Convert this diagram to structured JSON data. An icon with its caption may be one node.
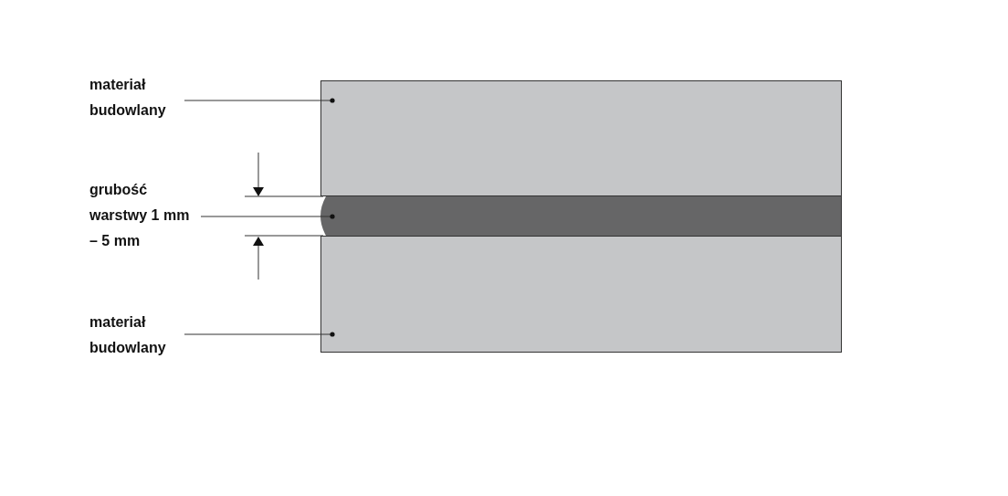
{
  "diagram": {
    "nodes": [
      {
        "text": [
          "materiał budowlany"
        ]
      },
      {
        "text": [],
        "shape": "box"
      },
      {
        "text": [
          "grubość warstwy 1 mm – 5 mm"
        ]
      },
      {
        "text": [],
        "shape": "bar"
      },
      {
        "text": [
          "materiał budowlany"
        ]
      },
      {
        "text": [],
        "shape": "box"
      }
    ],
    "edges": [
      {
        "from": 0,
        "to": 1,
        "arrow": "other"
      },
      {
        "from": 2,
        "to": 3,
        "arrow": "other"
      },
      {
        "from": 4,
        "to": 5,
        "arrow": "other"
      }
    ]
  }
}
